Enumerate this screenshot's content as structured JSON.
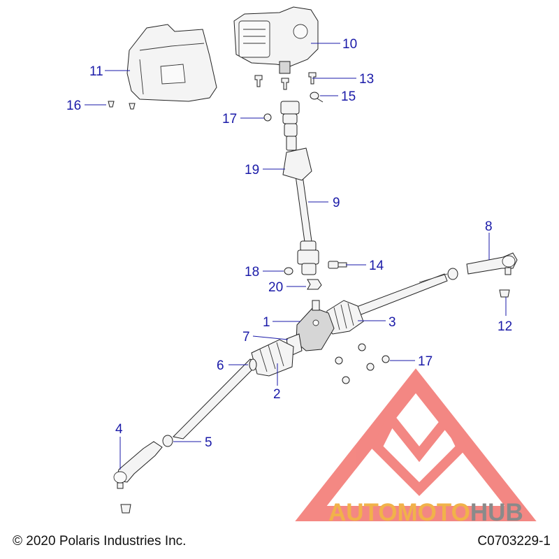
{
  "callouts": [
    {
      "id": "1",
      "label": "1"
    },
    {
      "id": "2",
      "label": "2"
    },
    {
      "id": "3",
      "label": "3"
    },
    {
      "id": "4",
      "label": "4"
    },
    {
      "id": "5",
      "label": "5"
    },
    {
      "id": "6",
      "label": "6"
    },
    {
      "id": "7",
      "label": "7"
    },
    {
      "id": "8",
      "label": "8"
    },
    {
      "id": "9",
      "label": "9"
    },
    {
      "id": "10",
      "label": "10"
    },
    {
      "id": "11",
      "label": "11"
    },
    {
      "id": "12",
      "label": "12"
    },
    {
      "id": "13",
      "label": "13"
    },
    {
      "id": "14",
      "label": "14"
    },
    {
      "id": "15",
      "label": "15"
    },
    {
      "id": "16",
      "label": "16"
    },
    {
      "id": "17a",
      "label": "17"
    },
    {
      "id": "17b",
      "label": "17"
    },
    {
      "id": "18",
      "label": "18"
    },
    {
      "id": "19",
      "label": "19"
    },
    {
      "id": "20",
      "label": "20"
    }
  ],
  "footer": {
    "copyright": "© 2020 Polaris Industries Inc.",
    "drawing_id": "C0703229-1"
  },
  "watermark": {
    "text_part1": "AUTO",
    "text_part2": "MOTO",
    "text_part3": "HUB",
    "colors": {
      "logo_red": "#f0605a",
      "text_orange": "#f1b24a",
      "text_gray": "#8a8a8a"
    }
  },
  "colors": {
    "callout_blue": "#1a1aa8"
  }
}
